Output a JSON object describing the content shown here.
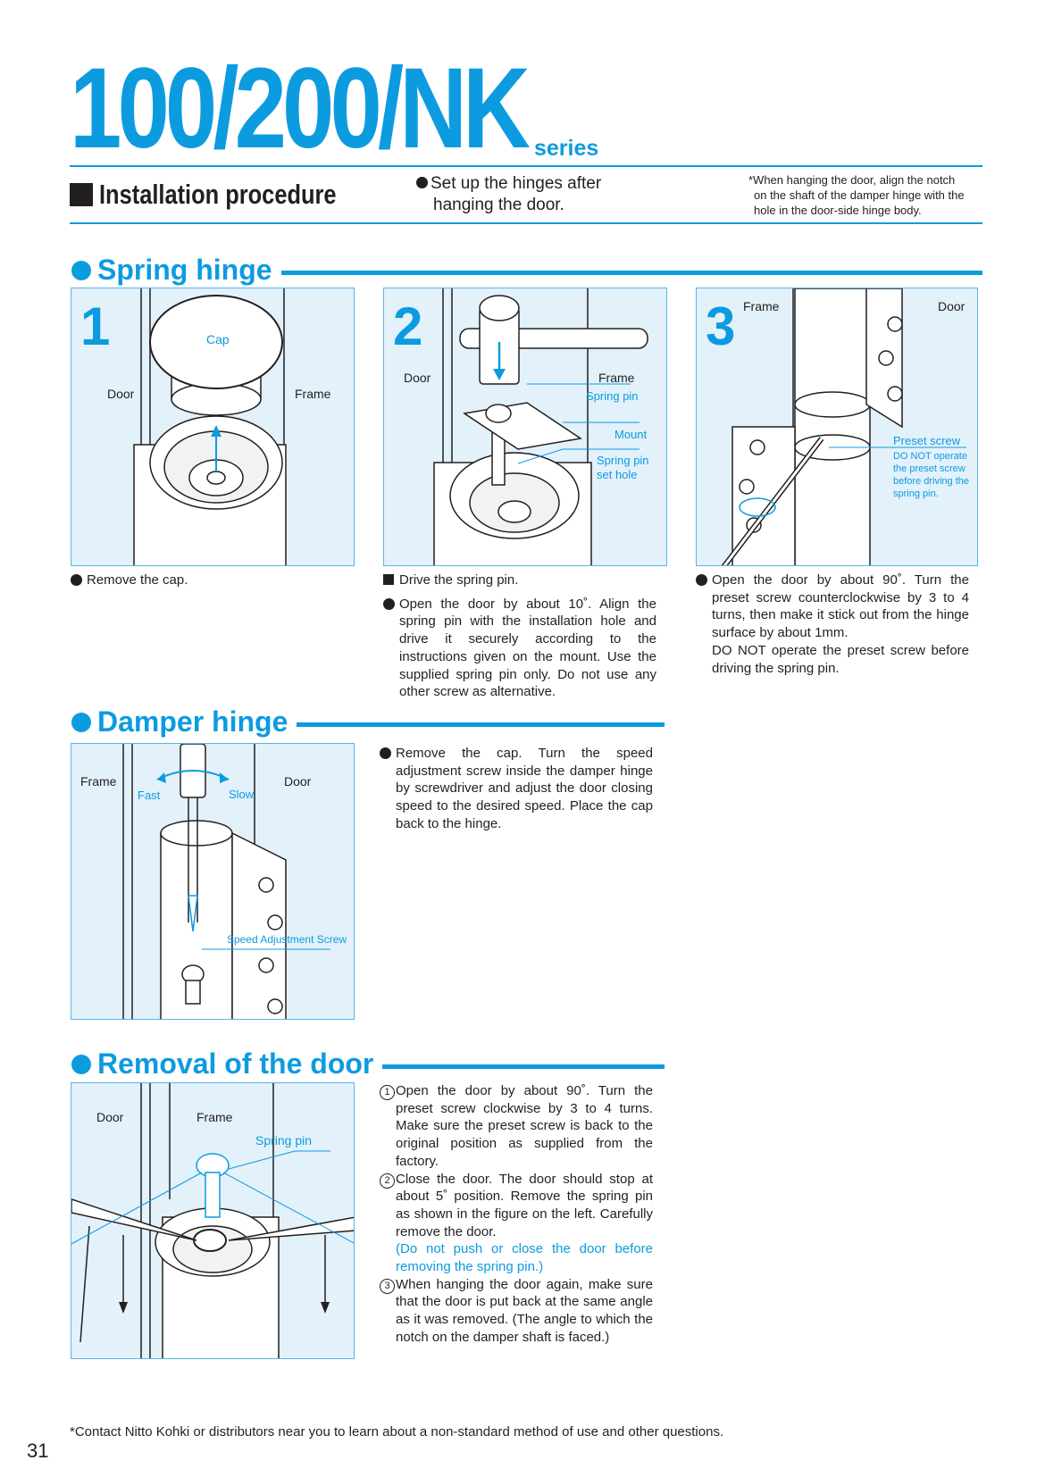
{
  "header": {
    "title": "100/200/NK",
    "series": "series",
    "procedure": "Installation procedure",
    "setup_line1": "Set up the hinges after",
    "setup_line2": "hanging the door.",
    "note_line1": "*When hanging the door, align the notch",
    "note_line2": "on the shaft of the damper hinge with the",
    "note_line3": "hole in the door-side hinge body."
  },
  "spring": {
    "title": "Spring hinge",
    "p1": {
      "num": "1",
      "cap": "Cap",
      "door": "Door",
      "frame": "Frame",
      "text": "Remove the cap."
    },
    "p2": {
      "num": "2",
      "door": "Door",
      "frame": "Frame",
      "spring_pin": "Spring pin",
      "mount": "Mount",
      "set_hole_1": "Spring pin",
      "set_hole_2": "set hole",
      "text_head": "Drive the spring pin.",
      "text_body": "Open the door by about 10˚. Align the spring pin with the installation hole and drive it securely according to the instructions given on the mount. Use the supplied spring pin only. Do not use any other screw as alternative."
    },
    "p3": {
      "num": "3",
      "frame": "Frame",
      "door": "Door",
      "preset": "Preset screw",
      "warn_1": "DO NOT operate",
      "warn_2": "the preset screw",
      "warn_3": "before driving the",
      "warn_4": "spring pin.",
      "text_1": "Open the door by about 90˚. Turn the preset screw counterclockwise by 3 to 4 turns, then make it stick out from the hinge surface by about 1mm.",
      "text_2": "DO NOT operate the preset screw before driving the spring pin."
    }
  },
  "damper": {
    "title": "Damper hinge",
    "frame": "Frame",
    "door": "Door",
    "fast": "Fast",
    "slow": "Slow",
    "screw": "Speed Adjustment Screw",
    "text": "Remove the cap. Turn the speed adjustment screw inside the damper hinge by screwdriver and adjust the door closing speed to the desired speed. Place the cap back to the hinge."
  },
  "removal": {
    "title": "Removal of the door",
    "door": "Door",
    "frame": "Frame",
    "spring_pin": "Spring pin",
    "step1_mark": "1",
    "step1": "Open the door by about 90˚. Turn the preset screw clockwise by 3 to 4 turns. Make sure the preset screw is back to the original position as supplied from the factory.",
    "step2_mark": "2",
    "step2": "Close the door. The door should stop at about 5˚ position. Remove the spring pin as shown in the figure on the left. Carefully remove the door.",
    "step2_note": "(Do not push or close the door before removing the spring pin.)",
    "step3_mark": "3",
    "step3": "When hanging the door again, make sure that the door is put back at the same angle as it was removed. (The angle to which the notch on the damper shaft is faced.)"
  },
  "footer": {
    "note": "*Contact Nitto Kohki or distributors near you to learn about a non-standard method of use and other questions.",
    "page": "31"
  }
}
